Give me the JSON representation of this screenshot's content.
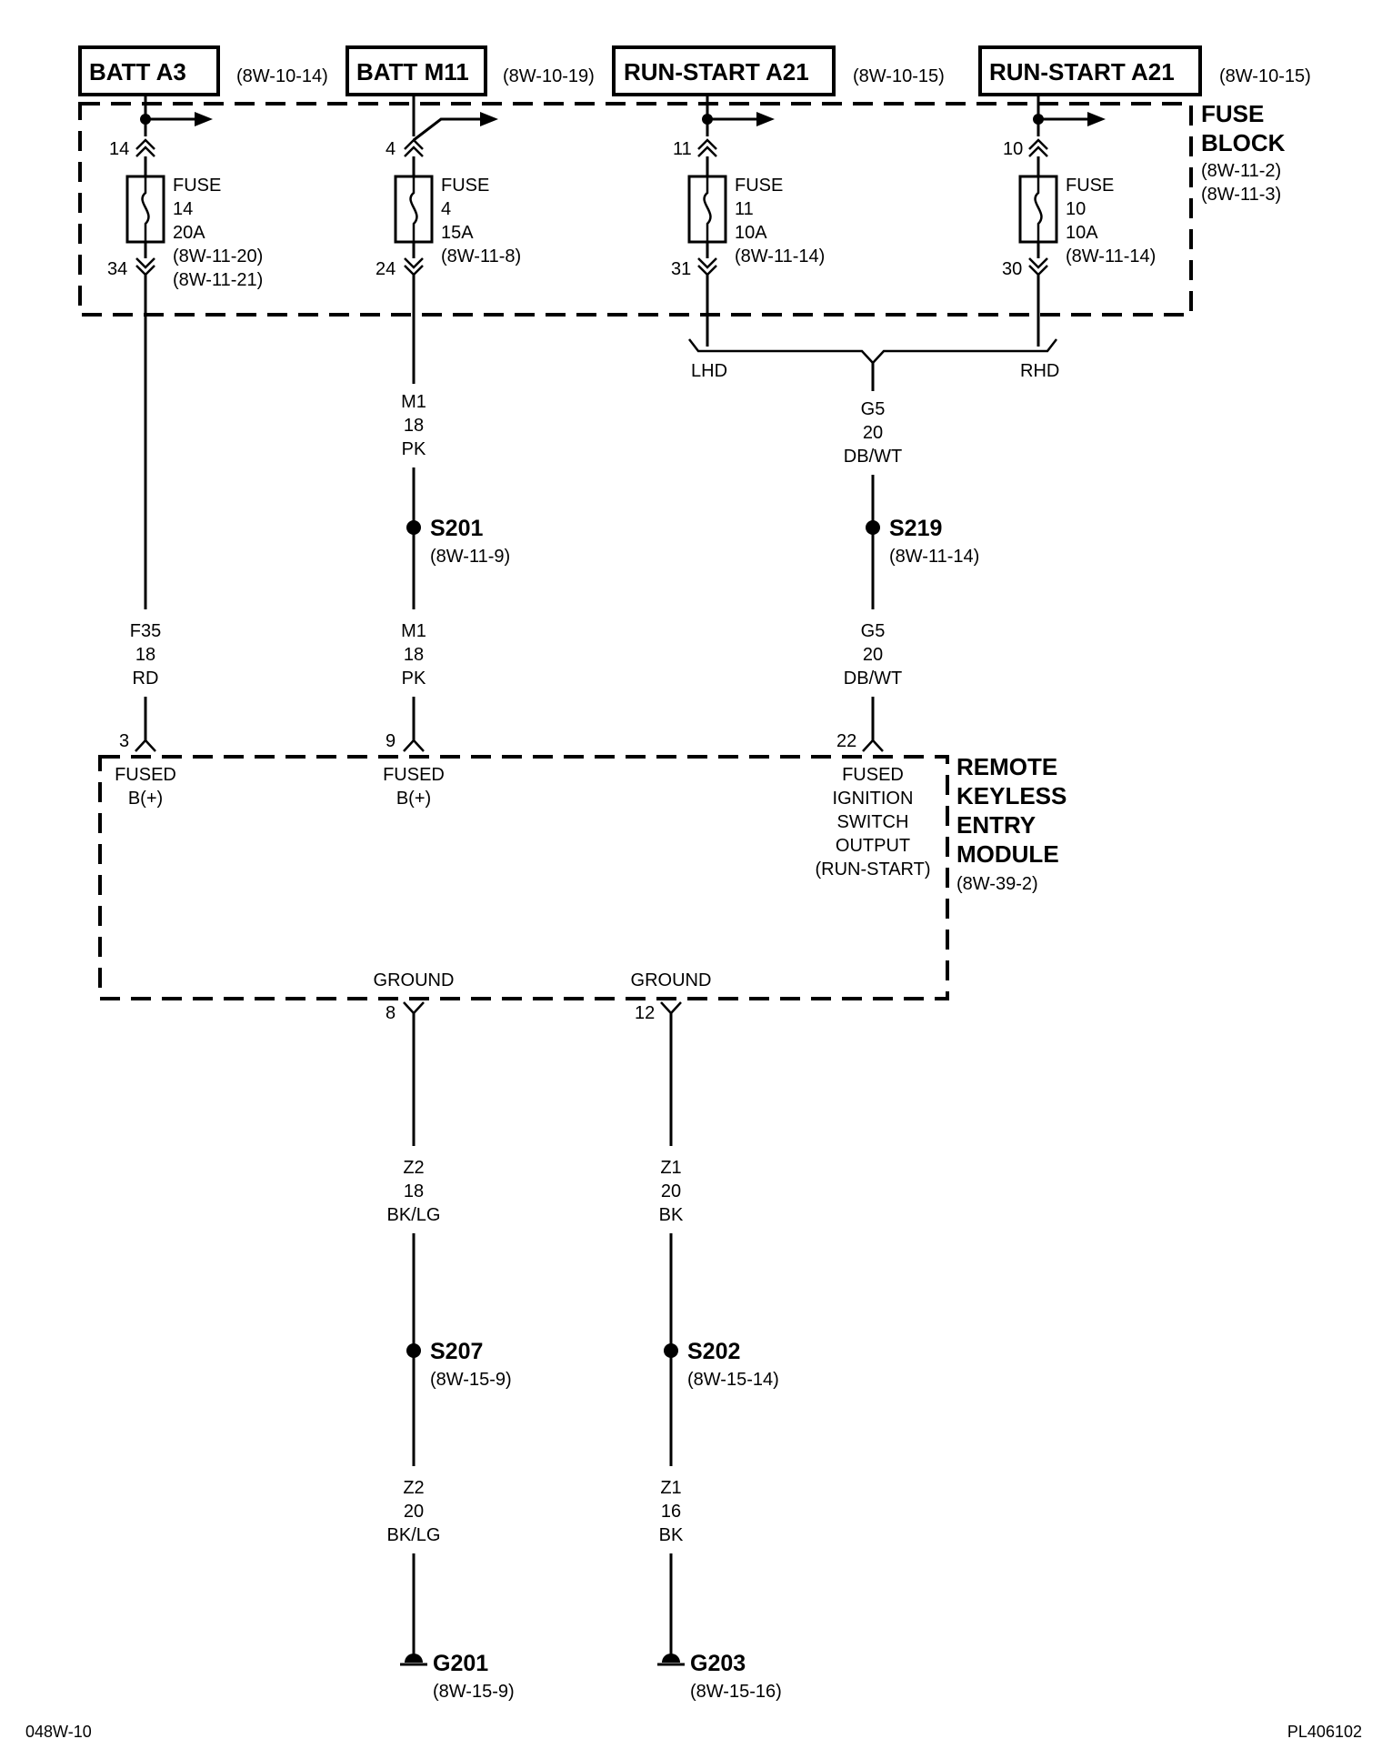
{
  "sources": [
    {
      "name": "BATT A3",
      "ref": "(8W-10-14)"
    },
    {
      "name": "BATT M11",
      "ref": "(8W-10-19)"
    },
    {
      "name": "RUN-START A21",
      "ref": "(8W-10-15)"
    },
    {
      "name": "RUN-START A21",
      "ref": "(8W-10-15)"
    }
  ],
  "fuse_block": {
    "title_line1": "FUSE",
    "title_line2": "BLOCK",
    "ref1": "(8W-11-2)",
    "ref2": "(8W-11-3)"
  },
  "fuses": [
    {
      "pin_in": "14",
      "pin_out": "34",
      "label": "FUSE",
      "number": "14",
      "rating": "20A",
      "ref1": "(8W-11-20)",
      "ref2": "(8W-11-21)"
    },
    {
      "pin_in": "4",
      "pin_out": "24",
      "label": "FUSE",
      "number": "4",
      "rating": "15A",
      "ref1": "(8W-11-8)"
    },
    {
      "pin_in": "11",
      "pin_out": "31",
      "label": "FUSE",
      "number": "11",
      "rating": "10A",
      "ref1": "(8W-11-14)"
    },
    {
      "pin_in": "10",
      "pin_out": "30",
      "label": "FUSE",
      "number": "10",
      "rating": "10A",
      "ref1": "(8W-11-14)"
    }
  ],
  "lhd_label": "LHD",
  "rhd_label": "RHD",
  "wires": {
    "m1_upper": {
      "circuit": "M1",
      "gauge": "18",
      "color": "PK"
    },
    "g5_upper": {
      "circuit": "G5",
      "gauge": "20",
      "color": "DB/WT"
    },
    "f35": {
      "circuit": "F35",
      "gauge": "18",
      "color": "RD"
    },
    "m1_lower": {
      "circuit": "M1",
      "gauge": "18",
      "color": "PK"
    },
    "g5_lower": {
      "circuit": "G5",
      "gauge": "20",
      "color": "DB/WT"
    },
    "z2_upper": {
      "circuit": "Z2",
      "gauge": "18",
      "color": "BK/LG"
    },
    "z1_upper": {
      "circuit": "Z1",
      "gauge": "20",
      "color": "BK"
    },
    "z2_lower": {
      "circuit": "Z2",
      "gauge": "20",
      "color": "BK/LG"
    },
    "z1_lower": {
      "circuit": "Z1",
      "gauge": "16",
      "color": "BK"
    }
  },
  "splices": {
    "s201": {
      "name": "S201",
      "ref": "(8W-11-9)"
    },
    "s219": {
      "name": "S219",
      "ref": "(8W-11-14)"
    },
    "s207": {
      "name": "S207",
      "ref": "(8W-15-9)"
    },
    "s202": {
      "name": "S202",
      "ref": "(8W-15-14)"
    }
  },
  "module": {
    "title_line1": "REMOTE",
    "title_line2": "KEYLESS",
    "title_line3": "ENTRY",
    "title_line4": "MODULE",
    "ref": "(8W-39-2)",
    "pins": {
      "p3": {
        "num": "3",
        "line1": "FUSED",
        "line2": "B(+)"
      },
      "p9": {
        "num": "9",
        "line1": "FUSED",
        "line2": "B(+)"
      },
      "p22": {
        "num": "22",
        "line1": "FUSED",
        "line2": "IGNITION",
        "line3": "SWITCH",
        "line4": "OUTPUT",
        "line5": "(RUN-START)"
      },
      "p8": {
        "num": "8",
        "label": "GROUND"
      },
      "p12": {
        "num": "12",
        "label": "GROUND"
      }
    }
  },
  "grounds": {
    "g201": {
      "name": "G201",
      "ref": "(8W-15-9)"
    },
    "g203": {
      "name": "G203",
      "ref": "(8W-15-16)"
    }
  },
  "footer": {
    "left": "048W-10",
    "right": "PL406102"
  }
}
